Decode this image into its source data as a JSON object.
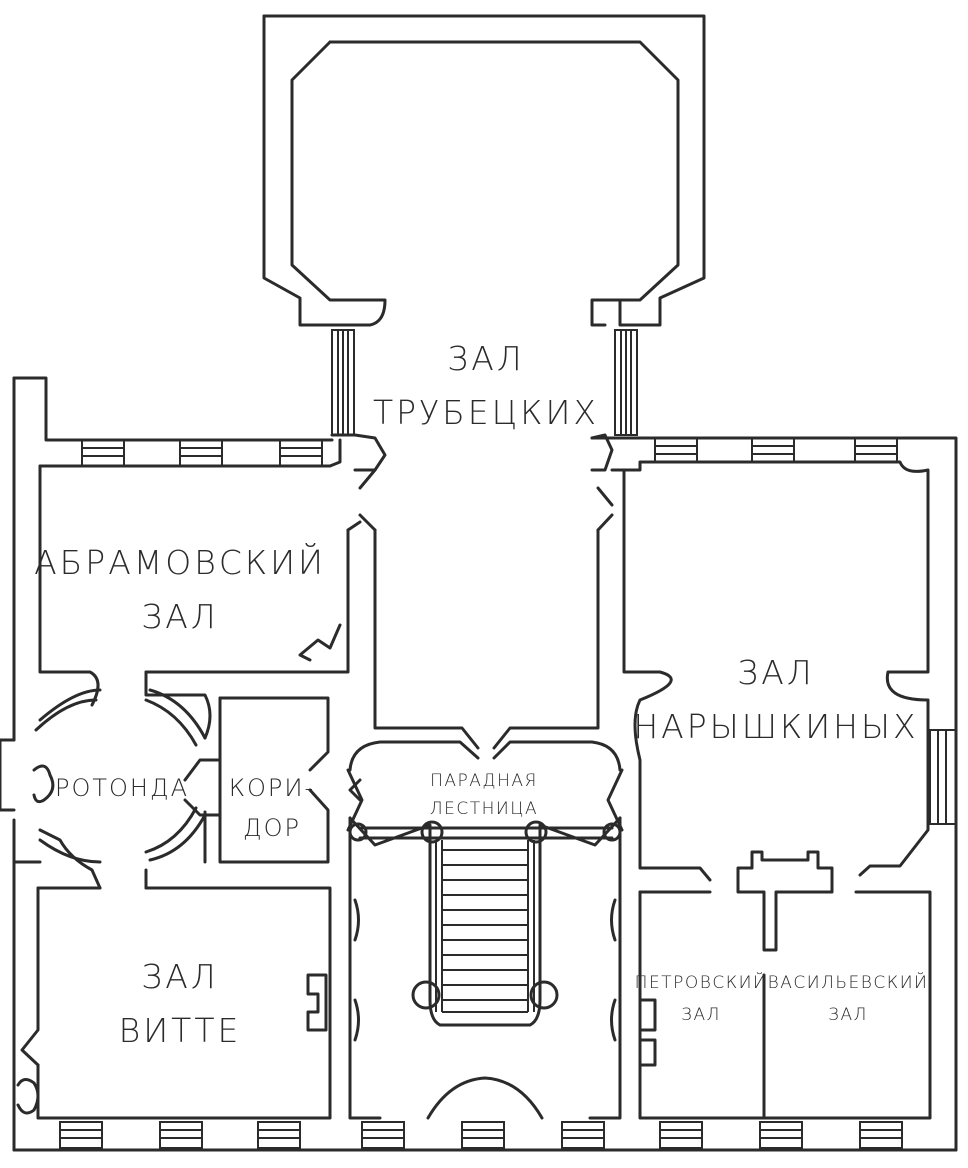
{
  "rooms": {
    "trubetskih": [
      "ЗАЛ",
      "ТРУБЕЦКИХ"
    ],
    "abramovsky": [
      "АБРАМОВСКИЙ",
      "ЗАЛ"
    ],
    "naryshkinyh": [
      "ЗАЛ",
      "НАРЫШКИНЫХ"
    ],
    "rotonda": [
      "РОТОНДА"
    ],
    "koridor": [
      "КОРИ-",
      "ДОР"
    ],
    "paradnaya": [
      "ПАРАДНАЯ",
      "ЛЕСТНИЦА"
    ],
    "vitte": [
      "ЗАЛ",
      "ВИТТЕ"
    ],
    "petrovsky": [
      "ПЕТРОВСКИЙ",
      "ЗАЛ"
    ],
    "vasilevsky": [
      "ВАСИЛЬЕВСКИЙ",
      "ЗАЛ"
    ]
  },
  "colors": {
    "line": "#2b2b2b",
    "background": "#ffffff"
  }
}
